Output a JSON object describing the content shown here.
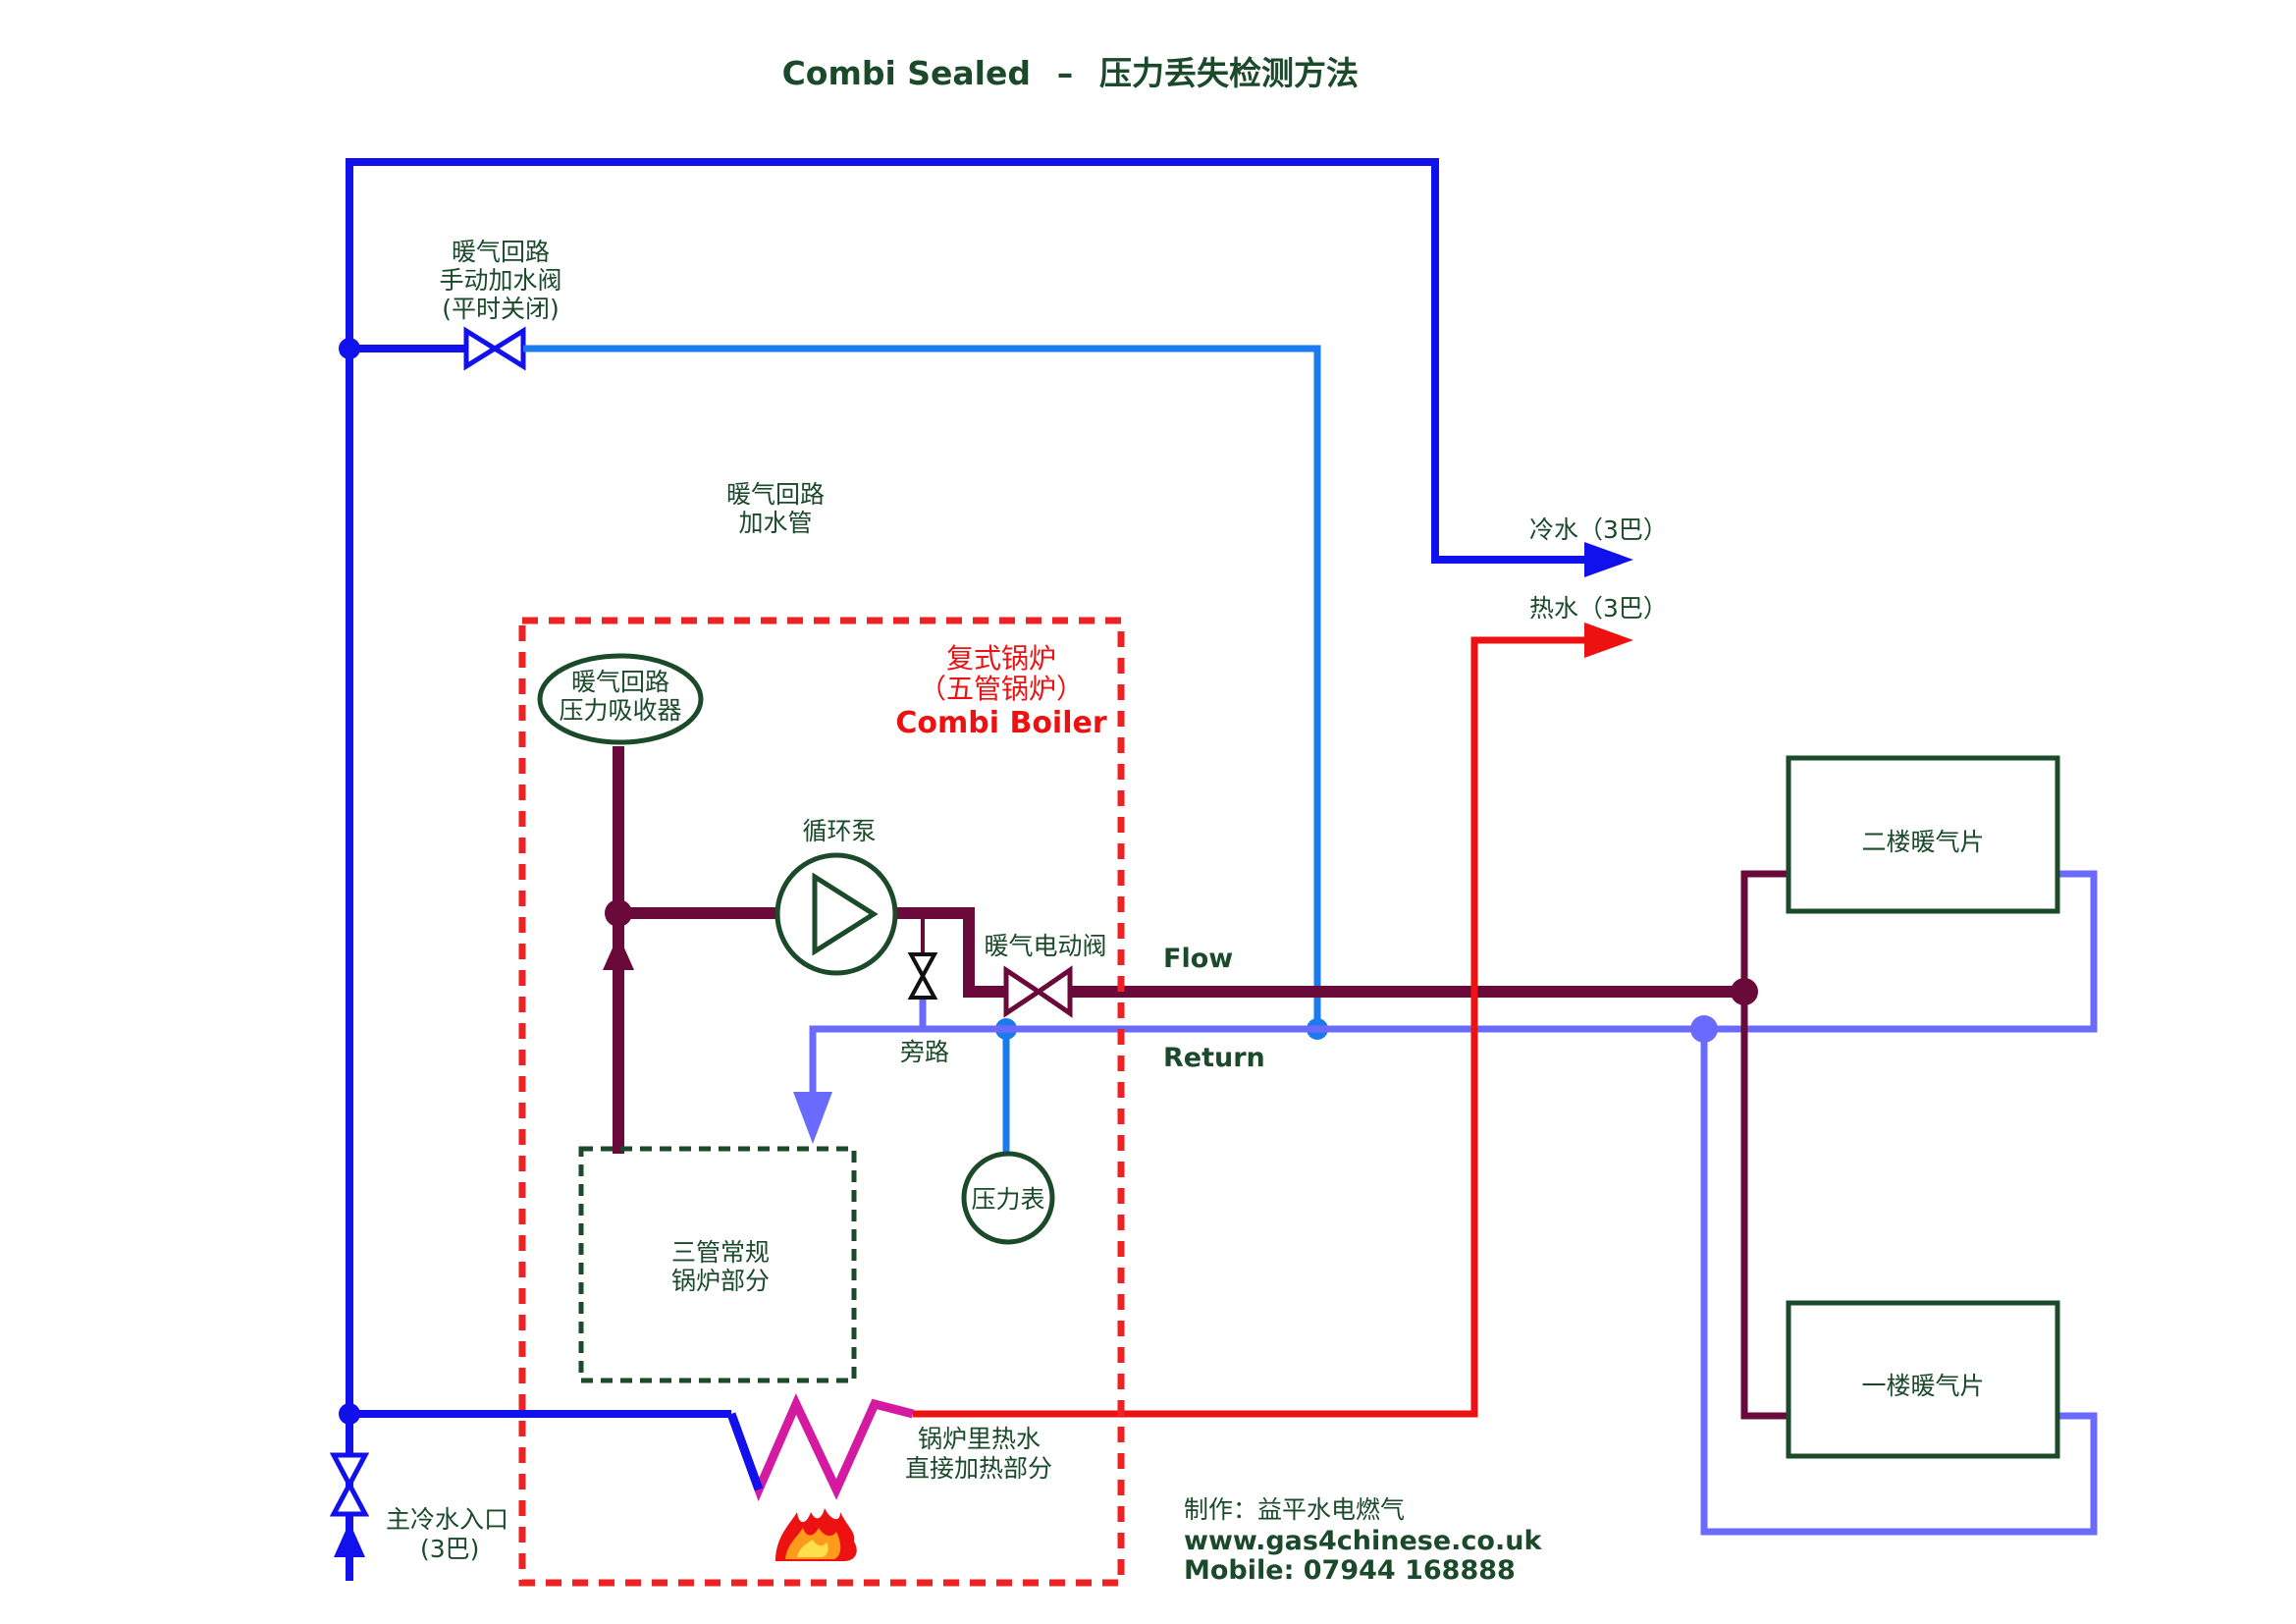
{
  "title": {
    "en": "Combi Sealed",
    "dash": "–",
    "zh": "压力丢失检测方法"
  },
  "labels": {
    "manual_valve": [
      "暖气回路",
      "手动加水阀",
      "(平时关闭)"
    ],
    "fill_pipe": [
      "暖气回路",
      "加水管"
    ],
    "cold_water_out": "冷水（3巴）",
    "hot_water_out": "热水（3巴）",
    "boiler_title": [
      "复式锅炉",
      "（五管锅炉）",
      "Combi Boiler"
    ],
    "expansion_vessel": [
      "暖气回路",
      "压力吸收器"
    ],
    "pump": "循环泵",
    "motor_valve": "暖气电动阀",
    "bypass": "旁路",
    "pressure_gauge": "压力表",
    "flow": "Flow",
    "return": "Return",
    "heat_exchanger_section": [
      "三管常规",
      "锅炉部分"
    ],
    "dhw_coil": [
      "锅炉里热水",
      "直接加热部分"
    ],
    "radiator_upper": "二楼暖气片",
    "radiator_lower": "一楼暖气片",
    "mains_inlet": [
      "主冷水入口",
      "(3巴)"
    ],
    "credit": [
      "制作：益平水电燃气",
      "www.gas4chinese.co.uk",
      "Mobile: 07944 168888"
    ]
  },
  "colors": {
    "cold_main": "#1111ee",
    "heating_fill": "#1a7aee",
    "flow": "#6a0a3a",
    "return": "#6a6aff",
    "hot": "#ee1111",
    "coil": "#d41aa0",
    "boiler_border": "#ee2222",
    "dark_green": "#1a4a2a"
  }
}
